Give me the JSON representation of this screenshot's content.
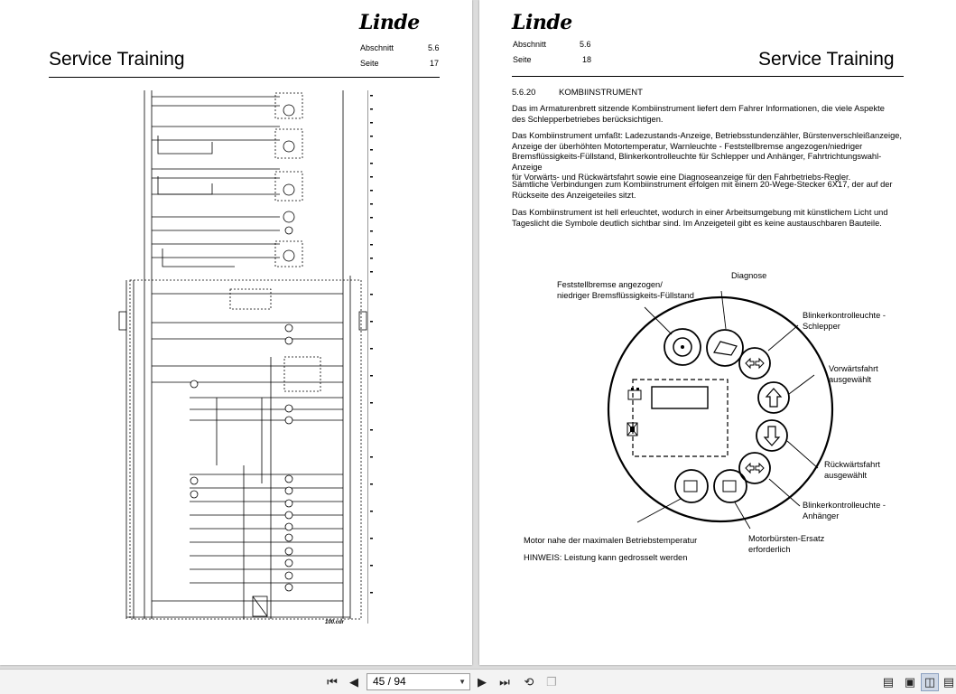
{
  "left_page": {
    "logo": "Linde",
    "title": "Service Training",
    "abschnitt_label": "Abschnitt",
    "abschnitt_value": "5.6",
    "seite_label": "Seite",
    "seite_value": "17",
    "diagram_ref": "100.cdr"
  },
  "right_page": {
    "logo": "Linde",
    "title": "Service Training",
    "abschnitt_label": "Abschnitt",
    "abschnitt_value": "5.6",
    "seite_label": "Seite",
    "seite_value": "18",
    "section_number": "5.6.20",
    "section_title": "KOMBIINSTRUMENT",
    "paragraphs": [
      [
        "Das im Armaturenbrett sitzende Kombiinstrument liefert dem Fahrer Informationen, die viele Aspekte",
        "des Schlepperbetriebes berücksichtigen."
      ],
      [
        "Das Kombiinstrument umfaßt: Ladezustands-Anzeige, Betriebsstundenzähler, Bürstenverschleißanzeige,",
        "Anzeige der überhöhten Motortemperatur, Warnleuchte - Feststellbremse angezogen/niedriger",
        "Bremsflüssigkeits-Füllstand, Blinkerkontrolleuchte für Schlepper und Anhänger, Fahrtrichtungswahl-Anzeige",
        "für Vorwärts- und Rückwärtsfahrt sowie eine Diagnoseanzeige für den Fahrbetriebs-Regler."
      ],
      [
        "Sämtliche Verbindungen zum Kombiinstrument erfolgen mit einem 20-Wege-Stecker 6X17, der auf der",
        "Rückseite des Anzeigeteiles sitzt."
      ],
      [
        "Das Kombiinstrument ist hell erleuchtet, wodurch in einer Arbeitsumgebung mit künstlichem Licht und",
        "Tageslicht die Symbole deutlich sichtbar sind. Im Anzeigeteil gibt es keine austauschbaren Bauteile."
      ]
    ],
    "labels": {
      "brake_1": "Feststellbremse angezogen/",
      "brake_2": "niedriger Bremsflüssigkeits-Füllstand",
      "diagnose": "Diagnose",
      "blinker_s_1": "Blinkerkontrolleuchte -",
      "blinker_s_2": "Schlepper",
      "forward_1": "Vorwärtsfahrt",
      "forward_2": "ausgewählt",
      "reverse_1": "Rückwärtsfahrt",
      "reverse_2": "ausgewählt",
      "blinker_a_1": "Blinkerkontrolleuchte -",
      "blinker_a_2": "Anhänger",
      "brushes_1": "Motorbürsten-Ersatz",
      "brushes_2": "erforderlich",
      "motor_temp": "Motor nahe der maximalen Betriebstemperatur",
      "hinweis": "HINWEIS: Leistung kann gedrosselt werden"
    }
  },
  "toolbar": {
    "page_indicator": "45 / 94",
    "icons": [
      "first-page-icon",
      "prev-page-icon",
      "next-page-icon",
      "last-page-icon",
      "rotate-icon",
      "copy-icon",
      "single-page-view-icon",
      "two-page-view-icon",
      "two-page-active-view-icon",
      "scroll-view-icon"
    ]
  }
}
